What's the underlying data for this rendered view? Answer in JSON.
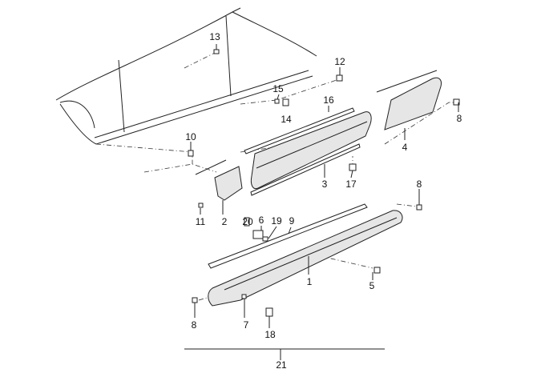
{
  "diagram": {
    "title": "Side sill trim / door moulding parts diagram",
    "callouts": [
      {
        "id": "c13",
        "text": "13"
      },
      {
        "id": "c12",
        "text": "12"
      },
      {
        "id": "c15",
        "text": "15"
      },
      {
        "id": "c16",
        "text": "16"
      },
      {
        "id": "c14",
        "text": "14"
      },
      {
        "id": "c10",
        "text": "10"
      },
      {
        "id": "c8a",
        "text": "8"
      },
      {
        "id": "c4",
        "text": "4"
      },
      {
        "id": "c3",
        "text": "3"
      },
      {
        "id": "c17",
        "text": "17"
      },
      {
        "id": "c11",
        "text": "11"
      },
      {
        "id": "c2",
        "text": "2"
      },
      {
        "id": "c20",
        "text": "20"
      },
      {
        "id": "c6",
        "text": "6"
      },
      {
        "id": "c19",
        "text": "19"
      },
      {
        "id": "c9",
        "text": "9"
      },
      {
        "id": "c8b",
        "text": "8"
      },
      {
        "id": "c1",
        "text": "1"
      },
      {
        "id": "c5",
        "text": "5"
      },
      {
        "id": "c8c",
        "text": "8"
      },
      {
        "id": "c7",
        "text": "7"
      },
      {
        "id": "c18",
        "text": "18"
      },
      {
        "id": "c21",
        "text": "21"
      }
    ]
  }
}
